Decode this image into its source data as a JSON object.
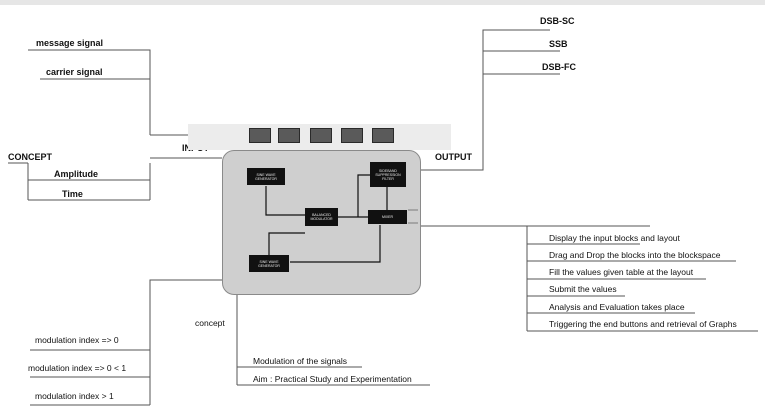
{
  "left_top": {
    "message_signal": "message signal",
    "carrier_signal": "carrier signal"
  },
  "concept_group": {
    "title": "CONCEPT",
    "amplitude": "Amplitude",
    "time": "Time"
  },
  "input_label": "INPUT",
  "output_label": "OUTPUT",
  "outputs": [
    "DSB-SC",
    "SSB",
    "DSB-FC"
  ],
  "steps": [
    "Display the input blocks and layout",
    "Drag and Drop the blocks into the blockspace",
    "Fill the values given table at the layout",
    "Submit the values",
    "Analysis and Evaluation takes place",
    "Triggering the end buttons and retrieval of Graphs"
  ],
  "modulation_indices": [
    "modulation index => 0",
    "modulation index => 0 < 1",
    "modulation index  > 1"
  ],
  "concept_bottom": {
    "title": "concept",
    "items": [
      "Modulation of the signals",
      "Aim  : Practical Study and Experimentation"
    ]
  },
  "blocks": {
    "sine1": "SINE WAVE GENERATOR",
    "sine2": "SINE WAVE GENERATOR",
    "balanced": "BALANCED MODULATOR",
    "sideband": "SIDEBAND SUPPRESSION FILTER",
    "mixer": "MIXER"
  }
}
